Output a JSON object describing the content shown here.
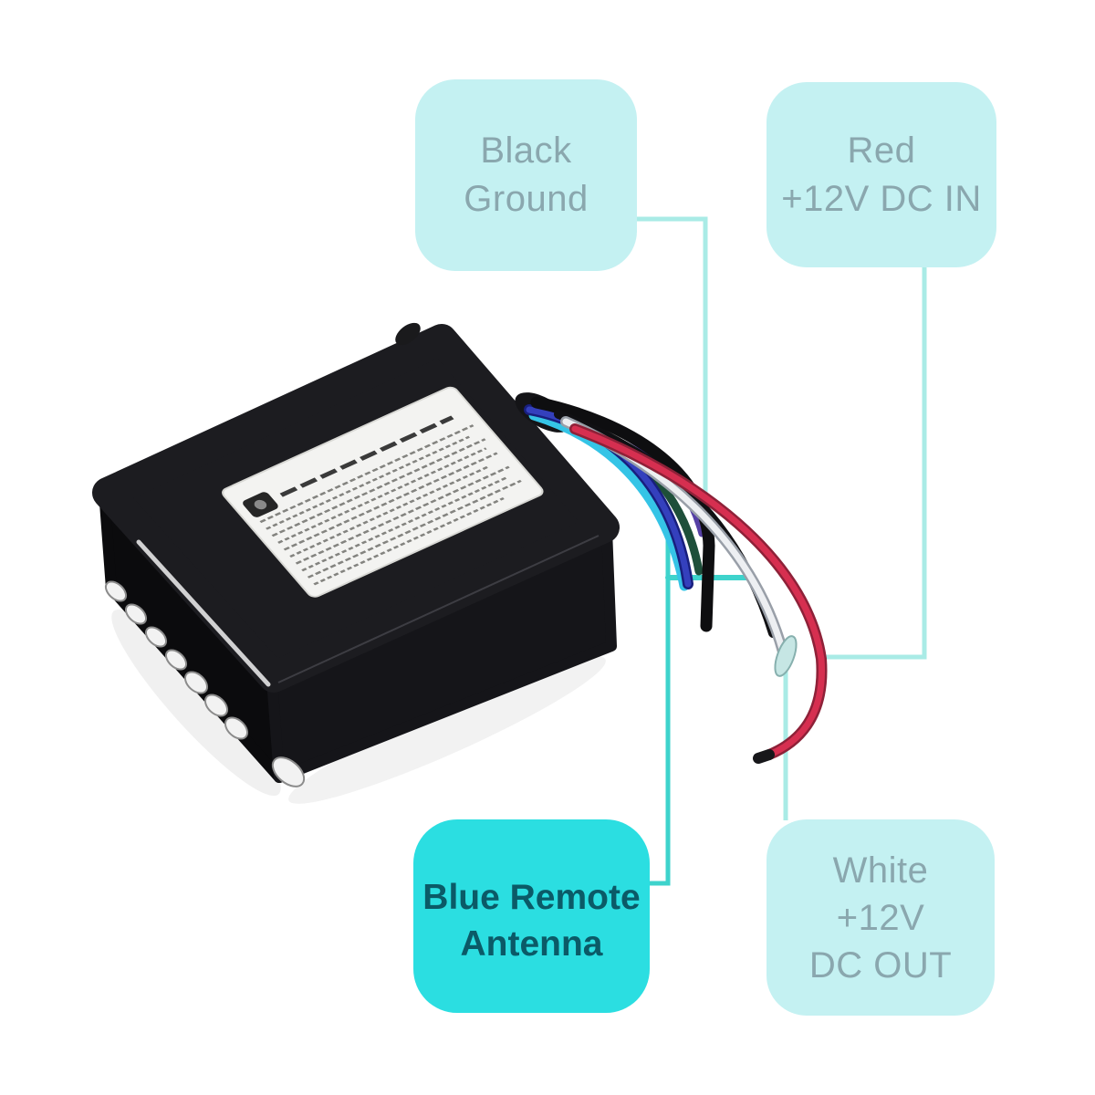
{
  "figure": {
    "background": "#ffffff",
    "type": "product wiring annotation diagram"
  },
  "callouts": {
    "black_ground": {
      "line1": "Black",
      "line2": "Ground",
      "fill": "#c4f1f2",
      "text_color": "#8aa7ae"
    },
    "red_dc_in": {
      "line1": "Red",
      "line2": "+12V DC IN",
      "fill": "#c4f1f2",
      "text_color": "#8aa7ae"
    },
    "blue_remote_antenna": {
      "line1": "Blue Remote",
      "line2": "Antenna",
      "fill": "#2bdee1",
      "text_color": "#0b5a67"
    },
    "white_dc_out": {
      "line1": "White",
      "line2": "+12V",
      "line3": "DC OUT",
      "fill": "#c4f1f2",
      "text_color": "#8aa7ae"
    }
  },
  "connector_lines": {
    "default_color": "#a9ebe6",
    "blue_antenna_color": "#3ed3cc"
  },
  "device": {
    "body_color": "#1c1c20",
    "label_sticker": {
      "legible": false,
      "fill": "#f3f3f1"
    },
    "wire_colors": {
      "blue": "#3440bd",
      "light_blue": "#35c4e6",
      "green": "#1e4f3a",
      "purple": "#5640a5",
      "black": "#0e0e10",
      "white": "#edeff2",
      "red": "#d62f50"
    }
  }
}
